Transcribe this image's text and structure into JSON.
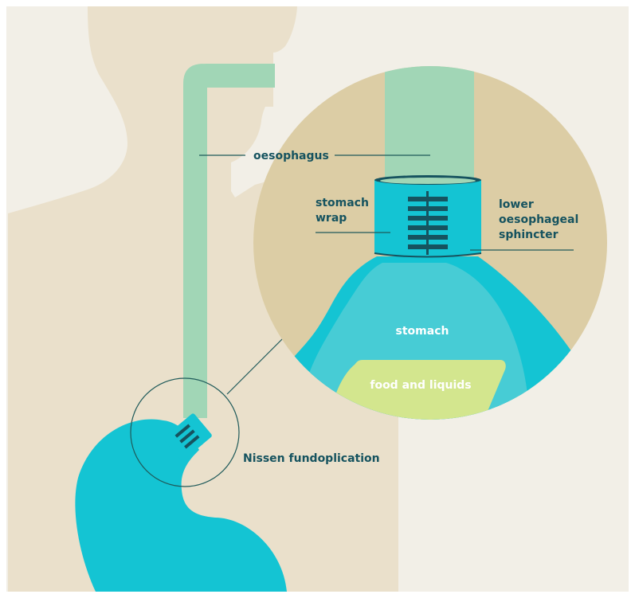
{
  "labels": {
    "oesophagus": "oesophagus",
    "stomach_wrap_1": "stomach",
    "stomach_wrap_2": "wrap",
    "sphincter_1": "lower",
    "sphincter_2": "oesophageal",
    "sphincter_3": "sphincter",
    "stomach": "stomach",
    "food": "food and liquids",
    "procedure": "Nissen fundoplication"
  },
  "colors": {
    "background": "#f2efe7",
    "body_silhouette": "#eae0cb",
    "zoom_circle_fill": "#dccda5",
    "oesophagus": "#a1d6b6",
    "stomach_dark": "#14c4d3",
    "stomach_light": "#47ccd5",
    "food": "#d3e68e",
    "label_dark": "#16535f",
    "line_color": "#1f5a5a"
  }
}
